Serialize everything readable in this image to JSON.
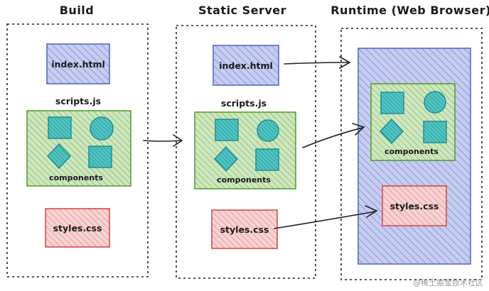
{
  "colors": {
    "blue": "#4d62c4",
    "blue_fill": "#c6cdef",
    "green": "#4f9a2c",
    "green_fill": "#cfe6c0",
    "red": "#d04545",
    "red_fill": "#f7d3d3",
    "teal": "#1f8f8f",
    "teal_fill": "#4fc4c2"
  },
  "columns": [
    {
      "title": "Build",
      "index_label": "index.html",
      "scripts_label": "scripts.js",
      "components_label": "components",
      "styles_label": "styles.css"
    },
    {
      "title": "Static Server",
      "index_label": "index.html",
      "scripts_label": "scripts.js",
      "components_label": "components",
      "styles_label": "styles.css"
    },
    {
      "title": "Runtime (Web Browser)",
      "components_label": "components",
      "styles_label": "styles.css"
    }
  ],
  "shapes": [
    "square",
    "circle",
    "diamond",
    "square"
  ],
  "watermark": "@稀土掘金技术社区"
}
